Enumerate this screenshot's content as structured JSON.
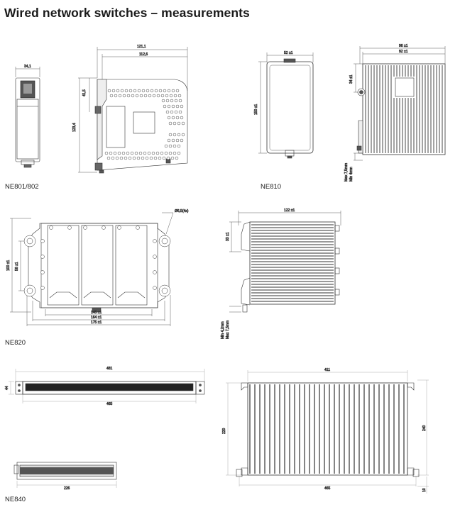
{
  "title": "Wired network switches – measurements",
  "models": {
    "ne801": "NE801/802",
    "ne810": "NE810",
    "ne820": "NE820",
    "ne840": "NE840"
  },
  "dims": {
    "ne801_front_width": "34,1",
    "ne801_side_total": "121,1",
    "ne801_side_inner": "112,6",
    "ne801_side_height": "123,4",
    "ne801_side_small": "41,5",
    "ne810_front_width": "52 ±1",
    "ne810_front_height": "150 ±1",
    "ne810_side_outer": "96 ±1",
    "ne810_side_inner": "92 ±1",
    "ne810_side_top": "34 ±1",
    "ne810_side_max": "Max 7,5mm",
    "ne810_side_min": "Min 4mm",
    "ne820_hole": "Ø6,5(4x)",
    "ne820_height_outer": "100 ±1",
    "ne820_height_inner": "58 ±1",
    "ne820_w1": "145 ±1",
    "ne820_w2": "164 ±1",
    "ne820_w3": "175 ±1",
    "ne820_side_width": "122 ±1",
    "ne820_side_top": "33 ±1",
    "ne820_side_min": "Min 4,2mm",
    "ne820_side_max": "Max 7,5mm",
    "ne840_front_top": "481",
    "ne840_front_bottom": "465",
    "ne840_front_h": "44",
    "ne840_top_w": "411",
    "ne840_top_w2": "465",
    "ne840_top_h": "240",
    "ne840_top_h2": "220",
    "ne840_top_small": "10",
    "ne840_small_w": "226"
  }
}
